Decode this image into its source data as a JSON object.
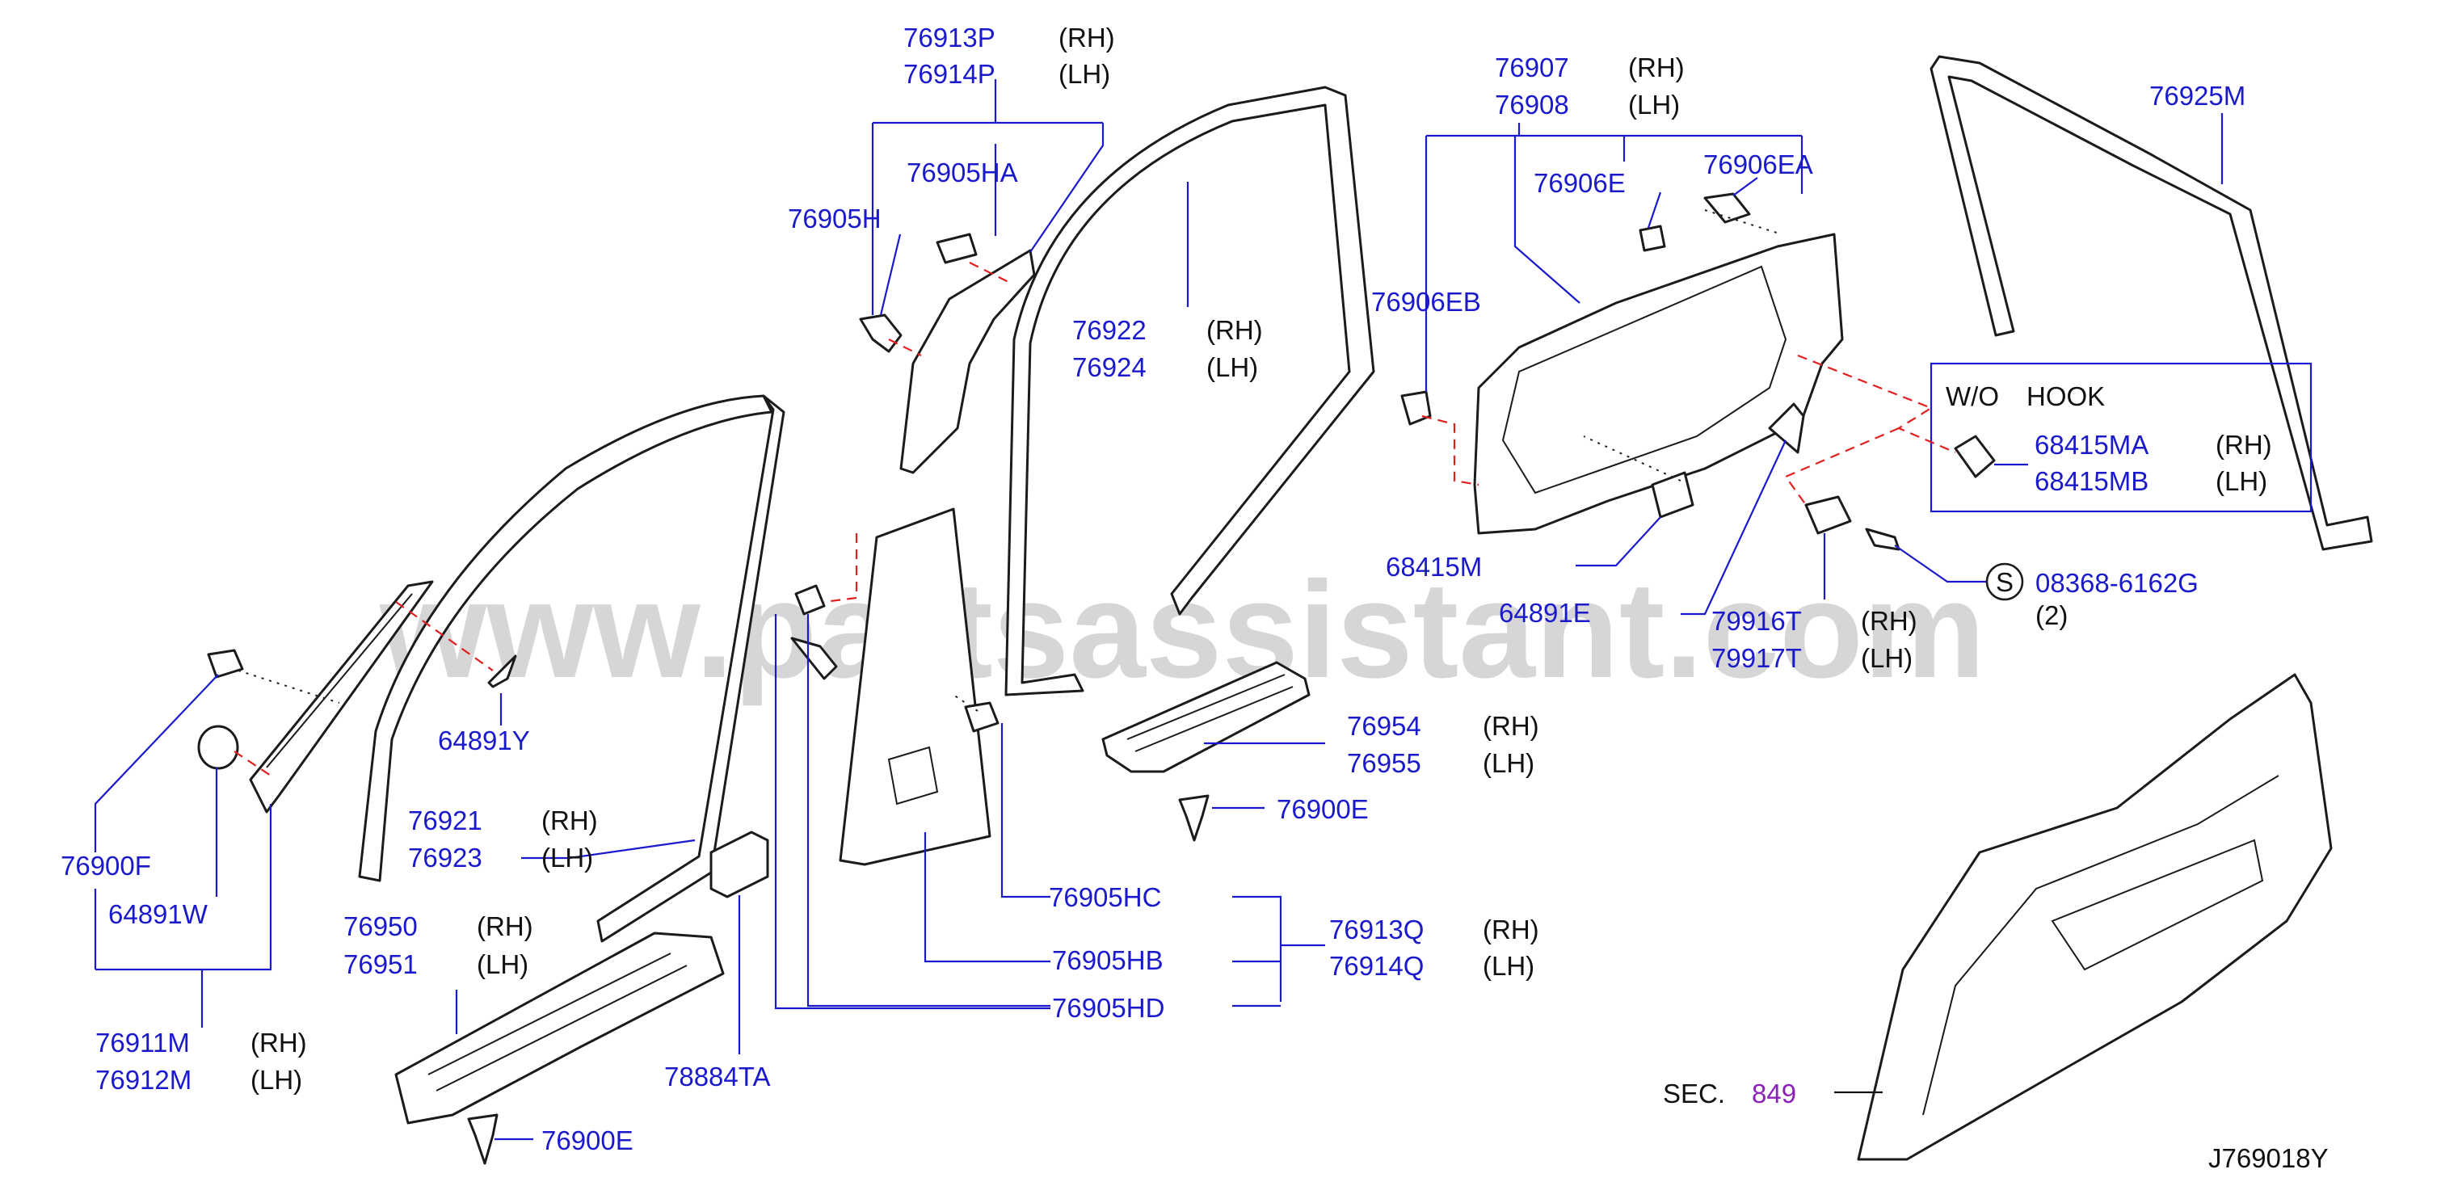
{
  "watermark": "www.partsassistant.com",
  "diagram_id": "J769018Y",
  "sec_prefix": "SEC.",
  "sec_number": "849",
  "wo_hook_box": {
    "title_a": "W/O",
    "title_b": "HOOK"
  },
  "labels": {
    "p76913P": "76913P",
    "s76913P": "(RH)",
    "p76914P": "76914P",
    "s76914P": "(LH)",
    "p76905HA": "76905HA",
    "p76905H": "76905H",
    "p76922": "76922",
    "s76922": "(RH)",
    "p76924": "76924",
    "s76924": "(LH)",
    "p76907": "76907",
    "s76907": "(RH)",
    "p76908": "76908",
    "s76908": "(LH)",
    "p76906EA": "76906EA",
    "p76906E": "76906E",
    "p76906EB": "76906EB",
    "p76925M": "76925M",
    "p68415MA": "68415MA",
    "s68415MA": "(RH)",
    "p68415MB": "68415MB",
    "s68415MB": "(LH)",
    "p68415M": "68415M",
    "p64891E": "64891E",
    "p79916T": "79916T",
    "s79916T": "(RH)",
    "p79917T": "79917T",
    "s79917T": "(LH)",
    "p08368": "08368-6162G",
    "q08368": "(2)",
    "sym08368": "S",
    "p64891Y": "64891Y",
    "p76954": "76954",
    "s76954": "(RH)",
    "p76955": "76955",
    "s76955": "(LH)",
    "p76900E_a": "76900E",
    "p76900F": "76900F",
    "p64891W": "64891W",
    "p76921": "76921",
    "s76921": "(RH)",
    "p76923": "76923",
    "s76923": "(LH)",
    "p76905HC": "76905HC",
    "p76913Q": "76913Q",
    "s76913Q": "(RH)",
    "p76914Q": "76914Q",
    "s76914Q": "(LH)",
    "p76905HB": "76905HB",
    "p76905HD": "76905HD",
    "p76950": "76950",
    "s76950": "(RH)",
    "p76951": "76951",
    "s76951": "(LH)",
    "p76911M": "76911M",
    "s76911M": "(RH)",
    "p76912M": "76912M",
    "s76912M": "(LH)",
    "p78884TA": "78884TA",
    "p76900E_b": "76900E"
  },
  "colors": {
    "part_number": "#1a1acc",
    "section_ref": "#8a22b8",
    "leader": "#1a1acc",
    "dashed_alignment": "#e02020",
    "line_art": "#1b1b1b"
  }
}
